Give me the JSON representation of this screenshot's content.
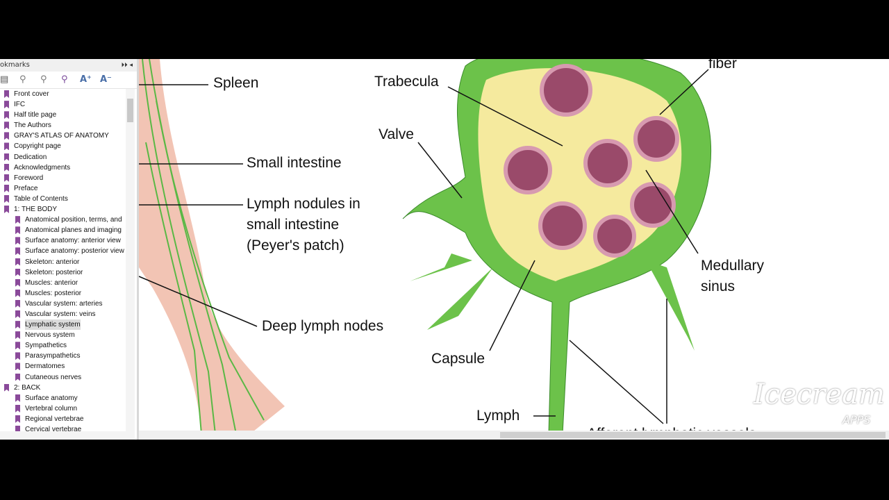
{
  "panel": {
    "title": "okmarks",
    "btns": "⏵⏵ ◂"
  },
  "tools": [
    "▤",
    "⚲",
    "⚲",
    "⚲",
    "A⁺",
    "A⁻"
  ],
  "bookmarks": [
    {
      "label": "Front cover",
      "level": 0
    },
    {
      "label": "IFC",
      "level": 0
    },
    {
      "label": "Half title page",
      "level": 0
    },
    {
      "label": "The Authors",
      "level": 0
    },
    {
      "label": "GRAY'S ATLAS OF ANATOMY",
      "level": 0
    },
    {
      "label": "Copyright page",
      "level": 0
    },
    {
      "label": "Dedication",
      "level": 0
    },
    {
      "label": "Acknowledgments",
      "level": 0
    },
    {
      "label": "Foreword",
      "level": 0
    },
    {
      "label": "Preface",
      "level": 0
    },
    {
      "label": "Table of Contents",
      "level": 0
    },
    {
      "label": "1: THE BODY",
      "level": 0
    },
    {
      "label": "Anatomical position, terms, and",
      "level": 1
    },
    {
      "label": "Anatomical planes and imaging",
      "level": 1
    },
    {
      "label": "Surface anatomy: anterior view",
      "level": 1
    },
    {
      "label": "Surface anatomy: posterior view",
      "level": 1
    },
    {
      "label": "Skeleton: anterior",
      "level": 1
    },
    {
      "label": "Skeleton: posterior",
      "level": 1
    },
    {
      "label": "Muscles: anterior",
      "level": 1
    },
    {
      "label": "Muscles: posterior",
      "level": 1
    },
    {
      "label": "Vascular system: arteries",
      "level": 1
    },
    {
      "label": "Vascular system: veins",
      "level": 1
    },
    {
      "label": "Lymphatic system",
      "level": 1,
      "selected": true
    },
    {
      "label": "Nervous system",
      "level": 1
    },
    {
      "label": "Sympathetics",
      "level": 1
    },
    {
      "label": "Parasympathetics",
      "level": 1
    },
    {
      "label": "Dermatomes",
      "level": 1
    },
    {
      "label": "Cutaneous nerves",
      "level": 1
    },
    {
      "label": "2: BACK",
      "level": 0
    },
    {
      "label": "Surface anatomy",
      "level": 1
    },
    {
      "label": "Vertebral column",
      "level": 1
    },
    {
      "label": "Regional vertebrae",
      "level": 1
    },
    {
      "label": "Cervical vertebrae",
      "level": 1
    }
  ],
  "labels": {
    "spleen": "Spleen",
    "small_intestine": "Small intestine",
    "nodules": "Lymph nodules in",
    "nodules2": "small intestine",
    "nodules3": "(Peyer's patch)",
    "deep": "Deep lymph nodes",
    "trabecula": "Trabecula",
    "fiber": "fiber",
    "valve": "Valve",
    "medullary": "Medullary",
    "medullary2": "sinus",
    "capsule": "Capsule",
    "lymph": "Lymph",
    "afferent": "Afferent lymphatic vessels"
  },
  "watermark": {
    "brand": "Icecream",
    "sub": "APPS"
  }
}
